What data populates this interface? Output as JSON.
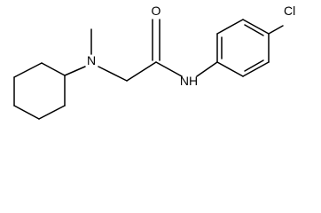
{
  "molecule": {
    "atom_labels": {
      "nitrogen_amine": "N",
      "oxygen_carbonyl": "O",
      "nitrogen_amide": "NH",
      "chlorine": "Cl"
    }
  }
}
